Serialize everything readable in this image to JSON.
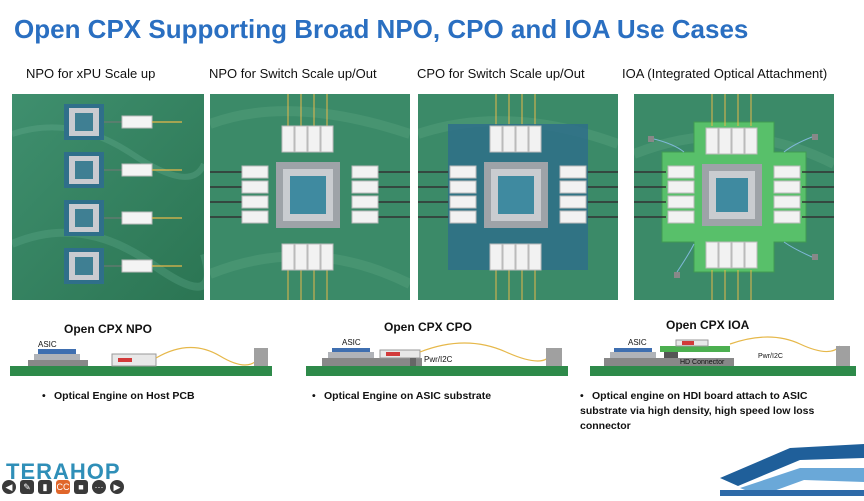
{
  "title": "Open CPX Supporting Broad NPO, CPO and IOA Use Cases",
  "panels": [
    {
      "label": "NPO for xPU Scale up"
    },
    {
      "label": "NPO for Switch Scale up/Out"
    },
    {
      "label": "CPO for Switch Scale up/Out"
    },
    {
      "label": "IOA (Integrated Optical Attachment)"
    }
  ],
  "sections": [
    {
      "title": "Open CPX NPO",
      "asic": "ASIC",
      "bullet": "Optical Engine on Host PCB"
    },
    {
      "title": "Open CPX CPO",
      "asic": "ASIC",
      "pwr": "Pwr/I2C",
      "bullet": "Optical Engine on ASIC substrate"
    },
    {
      "title": "Open CPX IOA",
      "asic": "ASIC",
      "pwr": "Pwr/I2C",
      "connector": "HD Connector",
      "bullet": "Optical engine on HDI board attach to ASIC substrate via high density, high speed low loss connector"
    }
  ],
  "logo": "TERAHOP",
  "colors": {
    "title": "#2a6fc1",
    "pcb_green": "#2e8a4a",
    "board_green": "#4caf50",
    "fiber": "#e6b84a",
    "logo": "#2f8fb8"
  },
  "toolbar_icons": [
    "back-arrow-icon",
    "pen-icon",
    "highlighter-icon",
    "captions-icon",
    "camera-icon",
    "more-icon",
    "forward-arrow-icon"
  ]
}
